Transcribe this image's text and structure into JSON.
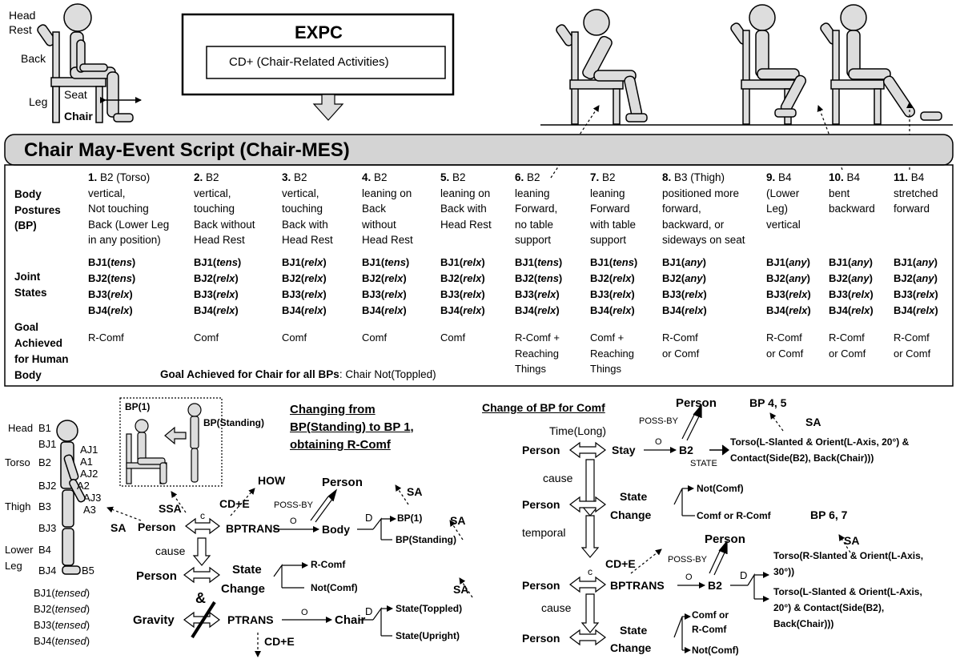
{
  "header": {
    "expc_title": "EXPC",
    "expc_subtitle": "CD+ (Chair-Related Activities)",
    "chair_labels": {
      "head_rest": "Head\nRest",
      "back": "Back",
      "seat": "Seat",
      "leg": "Leg",
      "chair": "Chair"
    }
  },
  "banner": {
    "title": "Chair May-Event Script (Chair-MES)"
  },
  "table": {
    "row_labels": {
      "body_postures": "Body\nPostures\n(BP)",
      "joint_states": "Joint\nStates",
      "goal_human": "Goal\nAchieved\nfor Human\nBody"
    },
    "columns": [
      {
        "num": "1.",
        "desc": " B2 (Torso)\nvertical,\nNot touching\nBack (Lower Leg\nin any position)",
        "joints": [
          [
            "BJ1(",
            "tens",
            ")"
          ],
          [
            "BJ2(",
            "tens",
            ")"
          ],
          [
            "BJ3(",
            "relx",
            ")"
          ],
          [
            "BJ4(",
            "relx",
            ")"
          ]
        ],
        "goal": "R-Comf"
      },
      {
        "num": "2.",
        "desc": " B2\nvertical,\ntouching\nBack without\nHead Rest",
        "joints": [
          [
            "BJ1(",
            "tens",
            ")"
          ],
          [
            "BJ2(",
            "relx",
            ")"
          ],
          [
            "BJ3(",
            "relx",
            ")"
          ],
          [
            "BJ4(",
            "relx",
            ")"
          ]
        ],
        "goal": "Comf"
      },
      {
        "num": "3.",
        "desc": " B2\nvertical,\ntouching\nBack with\nHead Rest",
        "joints": [
          [
            "BJ1(",
            "relx",
            ")"
          ],
          [
            "BJ2(",
            "relx",
            ")"
          ],
          [
            "BJ3(",
            "relx",
            ")"
          ],
          [
            "BJ4(",
            "relx",
            ")"
          ]
        ],
        "goal": "Comf"
      },
      {
        "num": "4.",
        "desc": " B2\nleaning on\nBack\nwithout\nHead Rest",
        "joints": [
          [
            "BJ1(",
            "tens",
            ")"
          ],
          [
            "BJ2(",
            "relx",
            ")"
          ],
          [
            "BJ3(",
            "relx",
            ")"
          ],
          [
            "BJ4(",
            "relx",
            ")"
          ]
        ],
        "goal": "Comf"
      },
      {
        "num": "5.",
        "desc": " B2\nleaning on\nBack with\nHead Rest",
        "joints": [
          [
            "BJ1(",
            "relx",
            ")"
          ],
          [
            "BJ2(",
            "relx",
            ")"
          ],
          [
            "BJ3(",
            "relx",
            ")"
          ],
          [
            "BJ4(",
            "relx",
            ")"
          ]
        ],
        "goal": "Comf"
      },
      {
        "num": "6.",
        "desc": " B2\nleaning\nForward,\nno table\nsupport",
        "joints": [
          [
            "BJ1(",
            "tens",
            ")"
          ],
          [
            "BJ2(",
            "tens",
            ")"
          ],
          [
            "BJ3(",
            "relx",
            ")"
          ],
          [
            "BJ4(",
            "relx",
            ")"
          ]
        ],
        "goal": "R-Comf +\nReaching\nThings"
      },
      {
        "num": "7.",
        "desc": " B2\nleaning\nForward\nwith table\nsupport",
        "joints": [
          [
            "BJ1(",
            "tens",
            ")"
          ],
          [
            "BJ2(",
            "relx",
            ")"
          ],
          [
            "BJ3(",
            "relx",
            ")"
          ],
          [
            "BJ4(",
            "relx",
            ")"
          ]
        ],
        "goal": "Comf +\nReaching\nThings"
      },
      {
        "num": "8.",
        "desc": " B3 (Thigh)\npositioned more\nforward,\nbackward, or\nsideways on seat",
        "joints": [
          [
            "BJ1(",
            "any",
            ")"
          ],
          [
            "BJ2(",
            "any",
            ")"
          ],
          [
            "BJ3(",
            "relx",
            ")"
          ],
          [
            "BJ4(",
            "relx",
            ")"
          ]
        ],
        "goal": "R-Comf\nor Comf"
      },
      {
        "num": "9.",
        "desc": " B4\n(Lower\nLeg)\nvertical",
        "joints": [
          [
            "BJ1(",
            "any",
            ")"
          ],
          [
            "BJ2(",
            "any",
            ")"
          ],
          [
            "BJ3(",
            "relx",
            ")"
          ],
          [
            "BJ4(",
            "relx",
            ")"
          ]
        ],
        "goal": "R-Comf\nor Comf"
      },
      {
        "num": "10.",
        "desc": " B4\nbent\nbackward",
        "joints": [
          [
            "BJ1(",
            "any",
            ")"
          ],
          [
            "BJ2(",
            "any",
            ")"
          ],
          [
            "BJ3(",
            "relx",
            ")"
          ],
          [
            "BJ4(",
            "relx",
            ")"
          ]
        ],
        "goal": "R-Comf\nor Comf"
      },
      {
        "num": "11.",
        "desc": " B4\nstretched\nforward",
        "joints": [
          [
            "BJ1(",
            "any",
            ")"
          ],
          [
            "BJ2(",
            "any",
            ")"
          ],
          [
            "BJ3(",
            "relx",
            ")"
          ],
          [
            "BJ4(",
            "relx",
            ")"
          ]
        ],
        "goal": "R-Comf\nor Comf"
      }
    ],
    "chair_goal_label": "Goal Achieved for Chair for all BPs",
    "chair_goal_value": ": Chair Not(Toppled)"
  },
  "body_figure": {
    "head": "Head",
    "b1": "B1",
    "bj1": "BJ1",
    "aj1": "AJ1",
    "a1": "A1",
    "torso": "Torso",
    "b2": "B2",
    "aj2": "AJ2",
    "bj2": "BJ2",
    "a2": "A2",
    "aj3": "AJ3",
    "thigh": "Thigh",
    "b3": "B3",
    "a3": "A3",
    "bj3": "BJ3",
    "lower": "Lower",
    "b4": "B4",
    "leg": "Leg",
    "bj4": "BJ4",
    "b5": "B5",
    "states": [
      [
        "BJ1(",
        "tensed",
        ")"
      ],
      [
        "BJ2(",
        "tensed",
        ")"
      ],
      [
        "BJ3(",
        "tensed",
        ")"
      ],
      [
        "BJ4(",
        "tensed",
        ")"
      ]
    ]
  },
  "inset": {
    "bp1": "BP(1)",
    "bp_standing": "BP(Standing)"
  },
  "left_diagram": {
    "title_line1": "Changing from",
    "title_line2": "BP(Standing) to BP 1,",
    "title_line3": "obtaining R-Comf",
    "ssa": "SSA",
    "sa": "SA",
    "c": "c",
    "how": "HOW",
    "cde": "CD+E",
    "person": "Person",
    "poss_by": "POSS-BY",
    "bptrans": "BPTRANS",
    "o": "O",
    "body": "Body",
    "d": "D",
    "bp1": "BP(1)",
    "bp_standing": "BP(Standing)",
    "cause": "cause",
    "state": "State",
    "change": "Change",
    "rcomf": "R-Comf",
    "not_comf": "Not(Comf)",
    "amp": "&",
    "gravity": "Gravity",
    "ptrans": "PTRANS",
    "chair": "Chair",
    "toppled": "State(Toppled)",
    "upright": "State(Upright)"
  },
  "right_diagram": {
    "title": "Change of BP for Comf",
    "person": "Person",
    "bp45": "BP 4, 5",
    "bp67": "BP 6, 7",
    "sa": "SA",
    "poss_by": "POSS-BY",
    "time_long": "Time(Long)",
    "stay": "Stay",
    "o": "O",
    "b2": "B2",
    "state_lbl": "STATE",
    "torso1a": "Torso(L-Slanted & Orient(L-Axis, 20°) &",
    "torso1b": "Contact(Side(B2), Back(Chair)))",
    "cause": "cause",
    "state": "State",
    "change": "Change",
    "not_comf": "Not(Comf)",
    "comf_or_rcomf": "Comf or R-Comf",
    "temporal": "temporal",
    "cde": "CD+E",
    "c": "c",
    "bptrans": "BPTRANS",
    "d": "D",
    "torso2a": "Torso(R-Slanted & Orient(L-Axis,",
    "torso2b": "30°))",
    "torso3a": "Torso(L-Slanted & Orient(L-Axis,",
    "torso3b": "20°) & Contact(Side(B2),",
    "torso3c": "Back(Chair)))",
    "comf_or": "Comf or",
    "rcomf": "R-Comf"
  }
}
